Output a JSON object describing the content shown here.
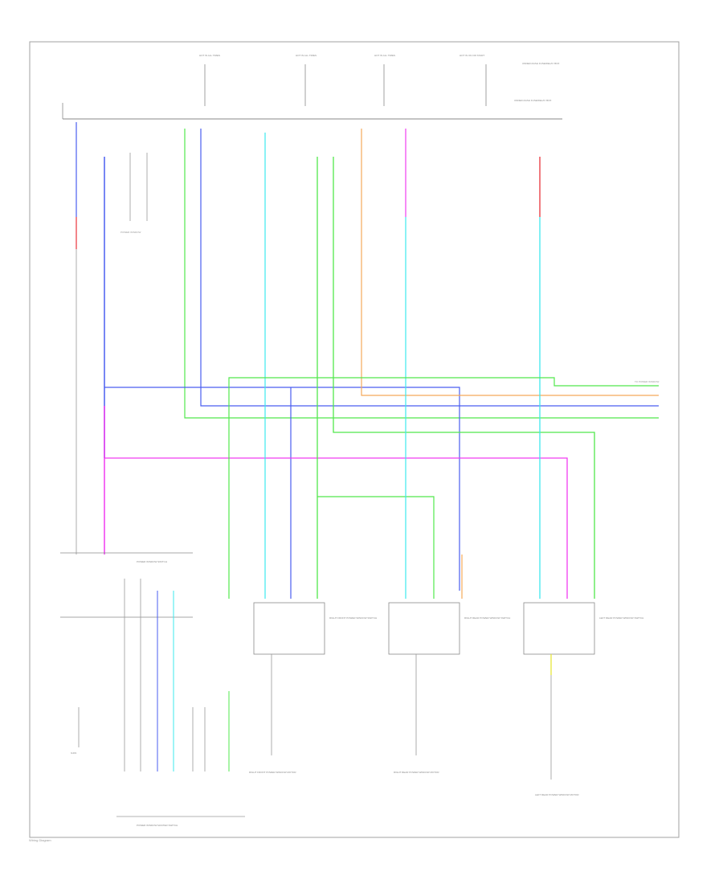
{
  "diagram": {
    "labels": {
      "top_1": "HOT IN ALL TIMES",
      "top_2": "HOT IN ALL TIMES",
      "top_3": "HOT IN ALL TIMES",
      "top_4": "HOT IN ON OR START",
      "top_right": "UNDER-DASH FUSE/RELAY BOX",
      "fuse_row": "UNDER-DASH FUSE/RELAY BOX",
      "left_mid": "POWER WINDOW SWITCH",
      "left_bottom": "POWER WINDOW MASTER SWITCH",
      "bottom_1": "RIGHT FRONT POWER WINDOW MOTOR",
      "bottom_2": "RIGHT REAR POWER WINDOW MOTOR",
      "bottom_3": "LEFT REAR POWER WINDOW MOTOR",
      "switch_1": "RIGHT FRONT POWER WINDOW SWITCH",
      "switch_2": "RIGHT REAR POWER WINDOW SWITCH",
      "switch_3": "LEFT REAR POWER WINDOW SWITCH",
      "ground": "G401",
      "right_edge": "TO POWER WINDOW",
      "credit": "Wiring Diagram"
    },
    "colors": {
      "blue": "#4a5ef0",
      "red": "#e8323a",
      "magenta": "#f03cf0",
      "green": "#52e84c",
      "cyan": "#3ee8ee",
      "orange": "#f5a95a",
      "yellow": "#e6e63a",
      "frame": "#9a9a9a"
    }
  }
}
